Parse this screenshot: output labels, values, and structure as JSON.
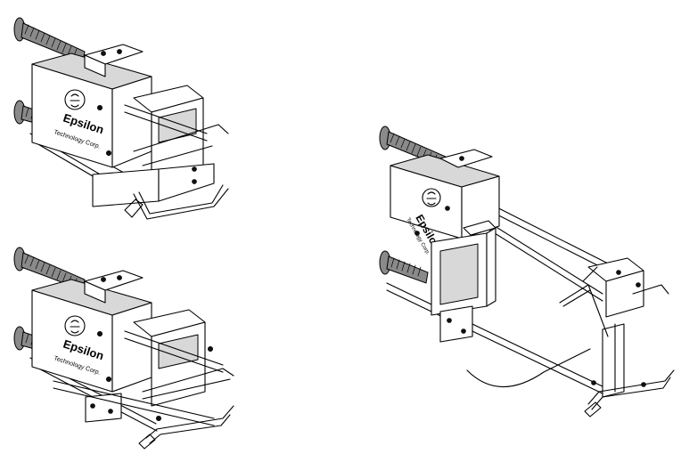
{
  "views": [
    {
      "id": "view-top-left",
      "brand": "Epsilon",
      "subtitle": "Technology Corp."
    },
    {
      "id": "view-bottom-left",
      "brand": "Epsilon",
      "subtitle": "Technology Corp."
    },
    {
      "id": "view-right",
      "brand": "Epsilon",
      "subtitle": "Technology Corp."
    }
  ],
  "colors": {
    "line": "#000000",
    "background": "#ffffff",
    "shade": "#d8d8d8",
    "spring": "#8a8a8a"
  }
}
